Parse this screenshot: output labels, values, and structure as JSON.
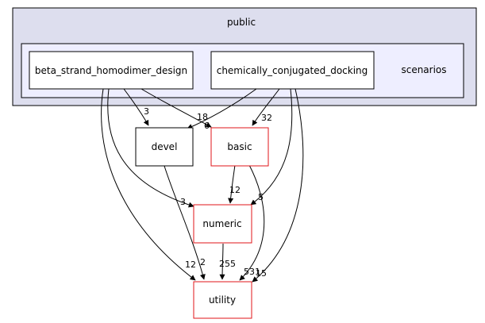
{
  "colors": {
    "outer_cluster_fill": "#dddeee",
    "inner_cluster_fill": "#eeeeff",
    "node_border_default": "#000000",
    "node_border_highlight": "#e0161a",
    "edge": "#000000"
  },
  "clusters": {
    "outer": {
      "label": "public"
    },
    "inner": {
      "label": "scenarios"
    }
  },
  "nodes": {
    "beta": {
      "label": "beta_strand_homodimer_design"
    },
    "chem": {
      "label": "chemically_conjugated_docking"
    },
    "devel": {
      "label": "devel"
    },
    "basic": {
      "label": "basic"
    },
    "numeric": {
      "label": "numeric"
    },
    "utility": {
      "label": "utility"
    }
  },
  "edges": {
    "beta_devel": {
      "label": "3"
    },
    "beta_basic": {
      "label": "18"
    },
    "beta_numeric": {
      "label": "3"
    },
    "beta_utility": {
      "label": "12"
    },
    "chem_devel": {
      "label": "6"
    },
    "chem_basic": {
      "label": "32"
    },
    "chem_numeric": {
      "label": "5"
    },
    "chem_utility": {
      "label": "15"
    },
    "devel_utility": {
      "label": "2"
    },
    "basic_numeric": {
      "label": "12"
    },
    "basic_utility": {
      "label": "531"
    },
    "numeric_utility": {
      "label": "255"
    }
  }
}
